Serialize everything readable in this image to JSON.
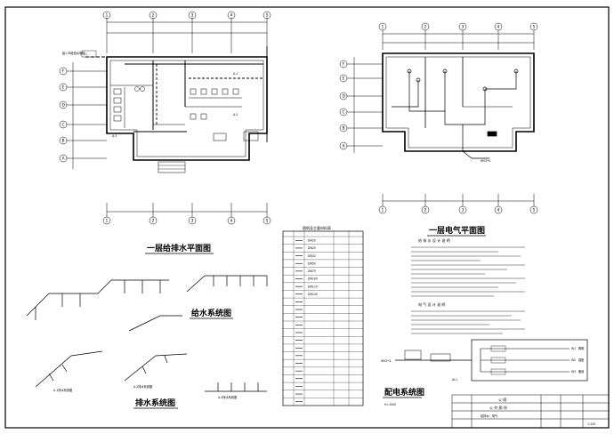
{
  "titles": {
    "plumbing_plan": "一层给排水平面图",
    "electrical_plan": "一层电气平面图",
    "water_supply_system": "给水系统图",
    "drainage_system": "排水系统图",
    "power_system": "配电系统图",
    "legend_table": "图例及主要材料表",
    "notes_water": "给 排 水 设 计 说 明",
    "notes_elec": "电 气 设 计 说 明"
  },
  "axes": {
    "plan_cols": [
      "1",
      "2",
      "3",
      "4",
      "5"
    ],
    "plan_rows": [
      "F",
      "E",
      "D",
      "C",
      "B",
      "A"
    ],
    "elec_cols": [
      "1",
      "2",
      "3",
      "4",
      "5"
    ],
    "elec_rows": [
      "F",
      "E",
      "D",
      "C",
      "B",
      "A"
    ]
  },
  "labels": {
    "in_water": "接入市政给水管网",
    "valve_box": "J-1",
    "power_in": "WV2*4",
    "al1": "AL1",
    "sys_w1": "W1",
    "sys_w2": "W2",
    "sys_w3": "W3",
    "branch1": "照明",
    "branch2": "插座",
    "branch3": "备用",
    "h1": "H=1500",
    "drain_j1": "JL-1",
    "sub_a1": "A-1",
    "sub_a2": "A-2",
    "sub_a3": "A-3",
    "sys_a1": "A-1排水系统图",
    "sys_a2": "A-2排水系统图",
    "sys_a3": "A-3排水系统图"
  },
  "legend_rows": [
    "DN20",
    "DN25",
    "DN32",
    "DN50",
    "DN75",
    "DN100",
    "DN110",
    "DN150",
    "",
    "",
    "",
    "",
    "",
    "",
    "",
    "",
    "",
    "",
    "",
    "",
    "",
    ""
  ],
  "title_block": {
    "project": "公 厕",
    "drawing": "公 共 厕 所",
    "sheet": "给排水、电气",
    "scale": "1:100"
  },
  "colors": {
    "line": "#000000",
    "paper": "#ffffff"
  }
}
